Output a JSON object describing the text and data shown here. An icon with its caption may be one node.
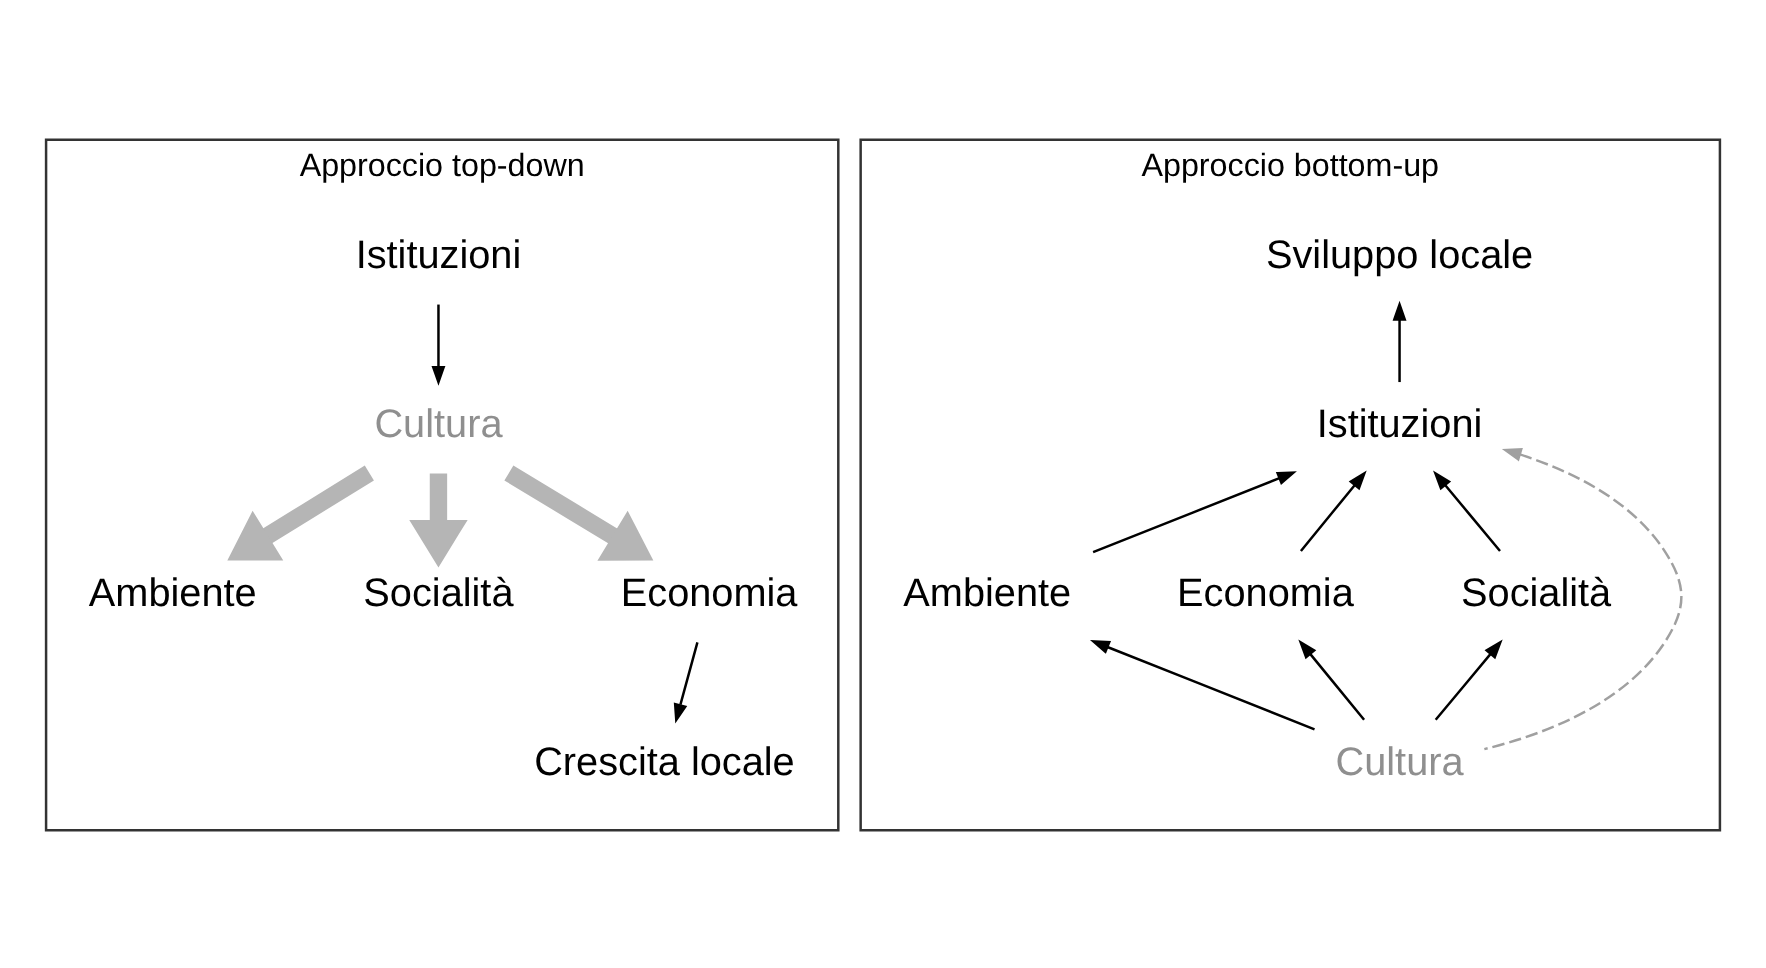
{
  "diagram": {
    "nodes": [
      {
        "text": [
          "Approccio top-down"
        ]
      },
      {
        "text": [
          "Istituzioni"
        ],
        "in": 0
      },
      {
        "text": [
          "Cultura"
        ],
        "in": 0
      },
      {
        "text": [
          "Ambiente"
        ],
        "in": 0
      },
      {
        "text": [
          "Socialità"
        ],
        "in": 0
      },
      {
        "text": [
          "Economia"
        ],
        "in": 0
      },
      {
        "text": [
          "Crescita locale"
        ],
        "in": 0
      },
      {
        "text": [
          "Approccio bottom-up"
        ]
      },
      {
        "text": [
          "Sviluppo locale"
        ],
        "in": 7
      },
      {
        "text": [
          "Istituzioni"
        ],
        "in": 7
      },
      {
        "text": [
          "Ambiente"
        ],
        "in": 7
      },
      {
        "text": [
          "Economia"
        ],
        "in": 7
      },
      {
        "text": [
          "Socialità"
        ],
        "in": 7
      },
      {
        "text": [
          "Cultura"
        ],
        "in": 7
      }
    ],
    "edges": [
      {
        "from": 1,
        "to": 2,
        "arrow": "to"
      },
      {
        "from": 2,
        "to": 3,
        "arrow": "to",
        "style": "thick",
        "color": "#b5b5b5"
      },
      {
        "from": 2,
        "to": 4,
        "arrow": "to",
        "style": "thick",
        "color": "#b5b5b5"
      },
      {
        "from": 2,
        "to": 5,
        "arrow": "to",
        "style": "thick",
        "color": "#b5b5b5"
      },
      {
        "from": 5,
        "to": 6,
        "arrow": "to"
      },
      {
        "from": 9,
        "to": 8,
        "arrow": "to"
      },
      {
        "from": 10,
        "to": 9,
        "arrow": "to"
      },
      {
        "from": 11,
        "to": 9,
        "arrow": "to"
      },
      {
        "from": 13,
        "to": 9,
        "arrow": "to",
        "style": "dashed",
        "color": "#a0a0a0"
      },
      {
        "from": 12,
        "to": 9,
        "arrow": "to"
      },
      {
        "from": 13,
        "to": 10,
        "arrow": "to"
      },
      {
        "from": 13,
        "to": 11,
        "arrow": "to"
      },
      {
        "from": 13,
        "to": 12,
        "arrow": "to"
      }
    ]
  }
}
